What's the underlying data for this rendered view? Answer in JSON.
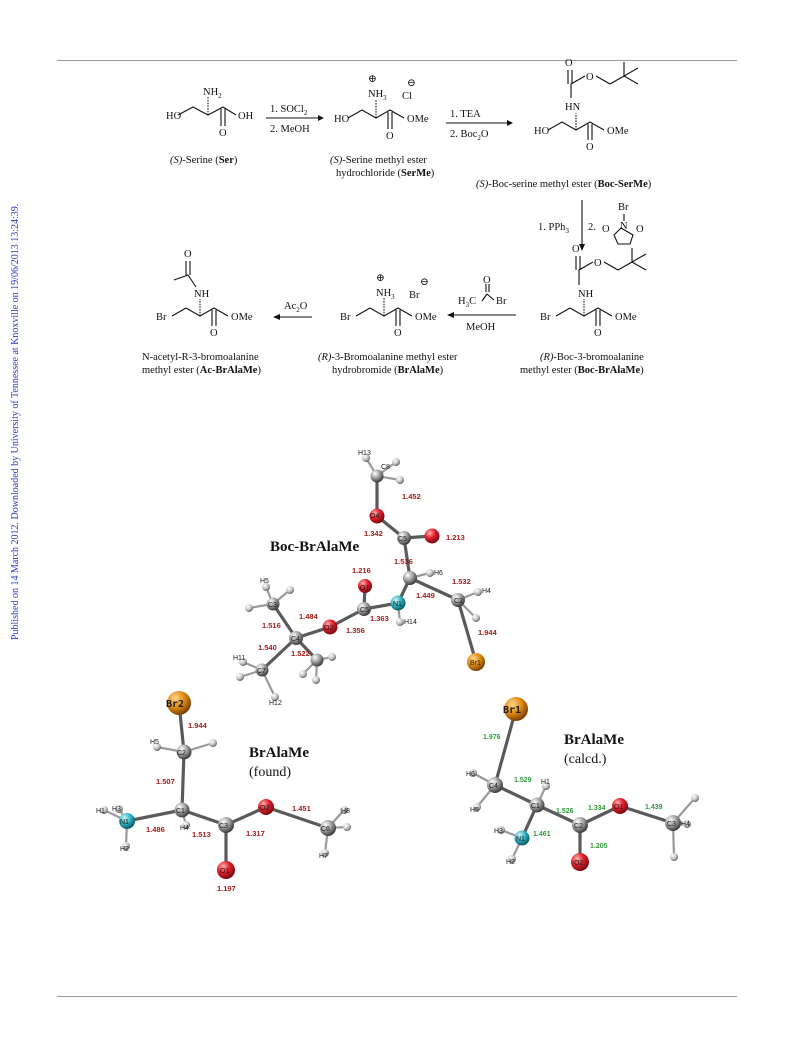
{
  "sidebar_text": "Published on 14 March 2012. Downloaded by University of Tennessee at Knoxville on 19/06/2013 13:24:39.",
  "scheme": {
    "ser": {
      "oh_left": "HO",
      "nh2": "NH",
      "nh2_sub": "2",
      "oh_right": "OH",
      "o": "O",
      "name_s": "(S)",
      "name_rest": "-Serine (",
      "abbr": "Ser",
      "close": ")"
    },
    "arrow1": {
      "step1": "1. SOCl",
      "step1_sub": "2",
      "step2": "2. MeOH"
    },
    "serme": {
      "plus": "⊕",
      "nh3": "NH",
      "nh3_sub": "3",
      "cl": "Cl",
      "minus": "⊖",
      "ho": "HO",
      "ome": "OMe",
      "o": "O",
      "name_line1_s": "(S)",
      "name_line1": "-Serine methyl ester",
      "name_line2": "hydrochloride (",
      "abbr": "SerMe",
      "close": ")"
    },
    "arrow2": {
      "step1": "1. TEA",
      "step2": "2. Boc",
      "step2_sub": "2",
      "step2_end": "O"
    },
    "bocserme": {
      "o_top": "O",
      "o_mid": "O",
      "hn": "HN",
      "ho": "HO",
      "ome": "OMe",
      "o": "O",
      "name_s": "(S)",
      "name_rest": "-Boc-serine methyl ester (",
      "abbr": "Boc-SerMe",
      "close": ")"
    },
    "arrow3": {
      "step1": "1. PPh",
      "step1_sub": "3",
      "step2": "2.",
      "nbs_br": "Br",
      "nbs_n": "N",
      "nbs_o1": "O",
      "nbs_o2": "O"
    },
    "bocbralame": {
      "o_top": "O",
      "o_mid": "O",
      "nh": "NH",
      "br": "Br",
      "ome": "OMe",
      "o": "O",
      "name_line1_s": "(R)",
      "name_line1": "-Boc-3-bromoalanine",
      "name_line2": "methyl ester (",
      "abbr": "Boc-BrAlaMe",
      "close": ")"
    },
    "arrow4": {
      "reagent_h3c": "H",
      "reagent_h3c_sub": "3",
      "reagent_c": "C",
      "reagent_o": "O",
      "reagent_br": "Br",
      "solvent": "MeOH"
    },
    "bralame": {
      "plus": "⊕",
      "nh3": "NH",
      "nh3_sub": "3",
      "br_ion": "Br",
      "minus": "⊖",
      "br": "Br",
      "ome": "OMe",
      "o": "O",
      "name_line1_s": "(R)",
      "name_line1": "-3-Bromoalanine methyl ester",
      "name_line2": "hydrobromide (",
      "abbr": "BrAlaMe",
      "close": ")"
    },
    "arrow5": {
      "reagent": "Ac",
      "reagent_sub": "2",
      "reagent_end": "O"
    },
    "acbralame": {
      "o_top": "O",
      "nh": "NH",
      "br": "Br",
      "ome": "OMe",
      "o": "O",
      "name_line1": "N-acetyl-R-3-bromoalanine",
      "name_line2": "methyl ester (",
      "abbr": "Ac-BrAlaMe",
      "close": ")"
    }
  },
  "figure": {
    "boc_title": "Boc-BrAlaMe",
    "found_title": "BrAlaMe",
    "found_sub": "(found)",
    "calcd_title": "BrAlaMe",
    "calcd_sub": "(calcd.)",
    "boc_bonds": [
      "1.452",
      "1.342",
      "1.213",
      "1.536",
      "1.216",
      "1.532",
      "1.449",
      "1.363",
      "1.356",
      "1.484",
      "1.516",
      "1.540",
      "1.522",
      "1.944"
    ],
    "boc_atoms": [
      "H13",
      "C8",
      "O4",
      "C5",
      "O1",
      "N1",
      "H14",
      "C5",
      "C2",
      "O2",
      "H6",
      "H4",
      "C3",
      "C4",
      "H5",
      "H11",
      "C7",
      "H12",
      "Br1"
    ],
    "found_bonds": [
      "1.944",
      "1.507",
      "1.486",
      "1.513",
      "1.317",
      "1.451",
      "1.197"
    ],
    "found_atoms": [
      "Br2",
      "H5",
      "C2",
      "H1",
      "H3",
      "C1",
      "N1",
      "H4",
      "H2",
      "C3",
      "O2",
      "H8",
      "C6",
      "H7",
      "O1"
    ],
    "calcd_bonds": [
      "1.976",
      "1.529",
      "1.526",
      "1.334",
      "1.439",
      "1.461",
      "1.205"
    ],
    "calcd_atoms": [
      "Br1",
      "H6",
      "C4",
      "H5",
      "C1",
      "H1",
      "N1",
      "H3",
      "C2",
      "O1",
      "C3",
      "H4",
      "H2",
      "O2"
    ]
  }
}
